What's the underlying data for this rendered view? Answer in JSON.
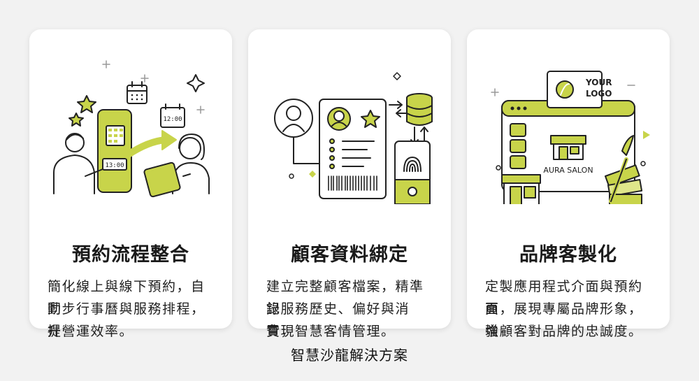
{
  "accent": "#c8d44a",
  "cards": [
    {
      "title": "預約流程整合",
      "desc": [
        "簡化線上與線下預約，自動",
        "同步行事曆與服務排程，提",
        "升營運效率。"
      ],
      "clock_time": "12:00",
      "slot_time": "13:00",
      "icons": [
        "calendar-icon",
        "smartphone-icon",
        "arrow-icon",
        "tablet-icon",
        "sparkle-icon"
      ]
    },
    {
      "title": "顧客資料綁定",
      "desc": [
        "建立完整顧客檔案，精準記",
        "錄服務歷史、偏好與消費，",
        "實現智慧客情管理。"
      ],
      "icons": [
        "user-icon",
        "profile-card-icon",
        "database-icon",
        "fingerprint-icon",
        "barcode-icon"
      ]
    },
    {
      "title": "品牌客製化",
      "desc": [
        "定製應用程式介面與預約頁",
        "面，展現專屬品牌形象，增",
        "強顧客對品牌的忠誠度。"
      ],
      "logo_line1": "YOUR",
      "logo_line2": "LOGO",
      "salon_name": "AURA SALON",
      "icons": [
        "logo-icon",
        "storefront-icon",
        "paintbrush-icon",
        "color-swatch-icon"
      ]
    }
  ],
  "caption": "智慧沙龍解決方案"
}
